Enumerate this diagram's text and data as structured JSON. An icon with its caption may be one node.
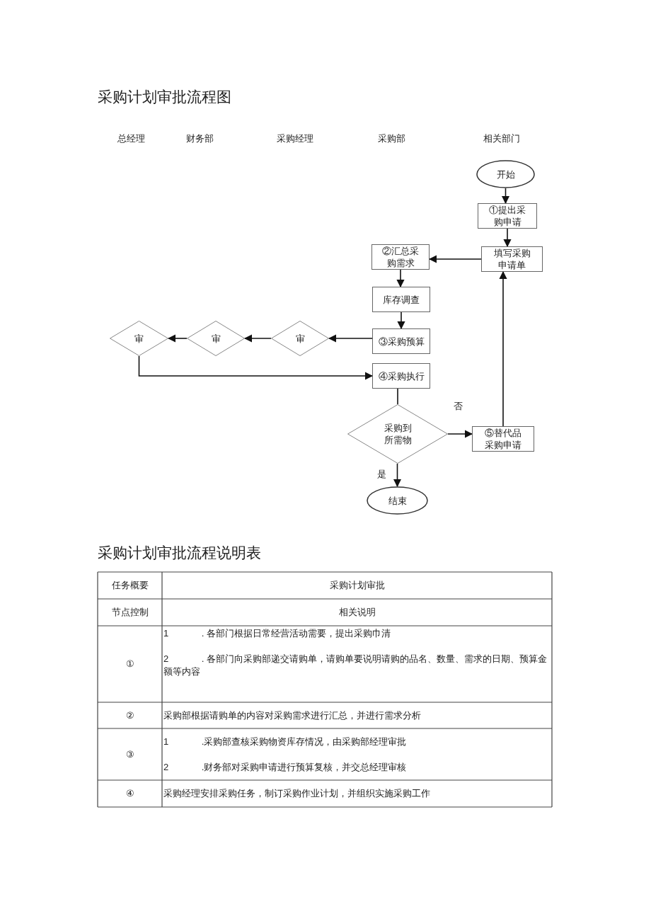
{
  "diagram": {
    "title": "采购计划审批流程图",
    "nodes": [
      {
        "text": [
          "开始"
        ]
      },
      {
        "text": [
          "①提出采购申请"
        ]
      },
      {
        "text": [
          "填写采购申请单"
        ]
      },
      {
        "text": [
          "②汇总采购需求"
        ]
      },
      {
        "text": [
          "库存调查"
        ]
      },
      {
        "text": [
          "③采购预算"
        ]
      },
      {
        "text": [
          "审"
        ]
      },
      {
        "text": [
          "审"
        ]
      },
      {
        "text": [
          "审"
        ]
      },
      {
        "text": [
          "④采购执行"
        ]
      },
      {
        "text": [
          "采购到所需物"
        ]
      },
      {
        "text": [
          "⑤替代品采购申请"
        ]
      },
      {
        "text": [
          "结束"
        ]
      }
    ],
    "edges": [
      {
        "from": 0,
        "to": 1,
        "arrow": "to"
      },
      {
        "from": 1,
        "to": 2,
        "arrow": "to"
      },
      {
        "from": 2,
        "to": 3,
        "arrow": "to"
      },
      {
        "from": 3,
        "to": 4,
        "arrow": "to"
      },
      {
        "from": 4,
        "to": 5,
        "arrow": "to"
      },
      {
        "from": 5,
        "to": 6,
        "arrow": "to"
      },
      {
        "from": 6,
        "to": 7,
        "arrow": "to"
      },
      {
        "from": 7,
        "to": 8,
        "arrow": "to"
      },
      {
        "from": 8,
        "to": 9,
        "arrow": "to"
      },
      {
        "from": 9,
        "to": 10,
        "arrow": "none"
      },
      {
        "from": 10,
        "to": 11,
        "arrow": "to",
        "label": "否"
      },
      {
        "from": 10,
        "to": 12,
        "arrow": "to",
        "label": "是"
      },
      {
        "from": 11,
        "to": 2,
        "arrow": "to"
      }
    ],
    "labels": [
      "总经理",
      "财务部",
      "采购经理",
      "采购部",
      "相关部门",
      "采购计划审批流程说明表",
      "任务概要",
      "采购计划审批",
      "节点控制",
      "相关说明",
      "①",
      "1",
      ". 各部门根据日常经营活动需要，提出采购巾清",
      "2",
      ". 各部门向采购部递交请购单，请购单要说明请购的品名、数量、需求的日期、预算金额等内容",
      "②",
      "采购部根据请购单的内容对采购需求进行汇总，并进行需求分析",
      "③",
      "1",
      ".采购部查核采购物资库存情况，由采购部经理审批",
      "2",
      ".财务部对采购申请进行预算复核，并交总经理审核",
      "④",
      "采购经理安排采购任务，制订采购作业计划，并组织实施采购工作"
    ]
  }
}
